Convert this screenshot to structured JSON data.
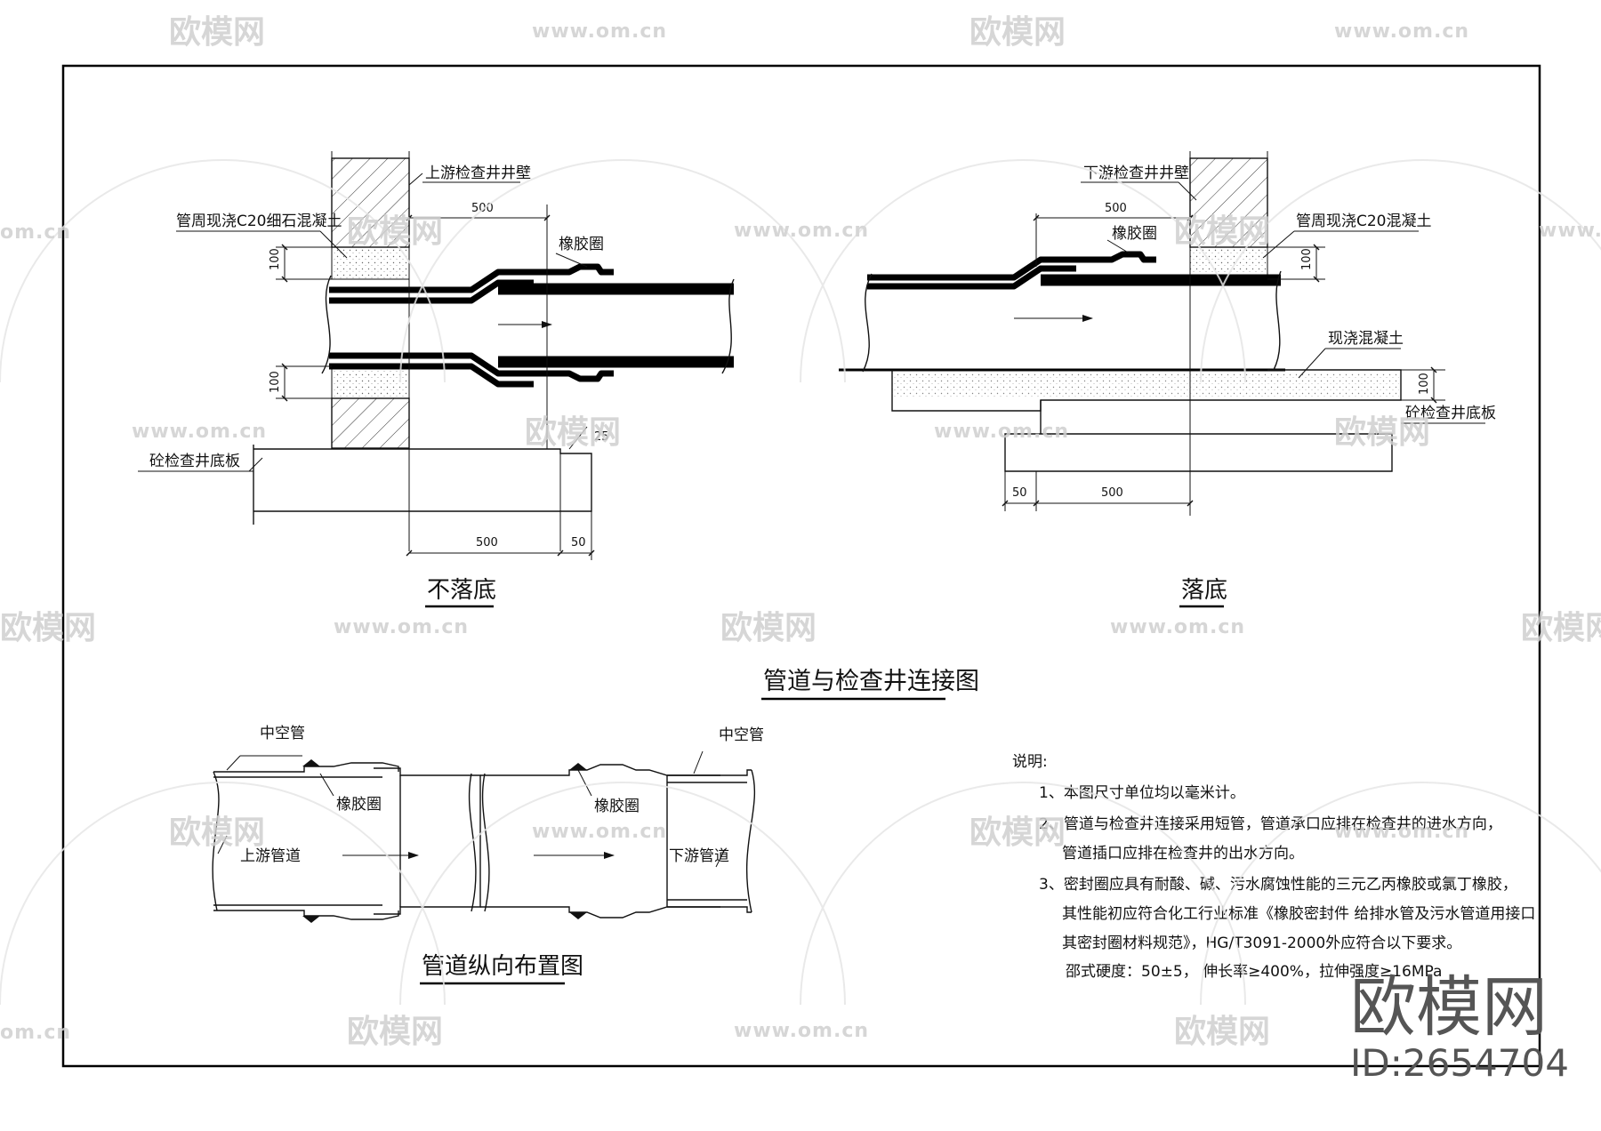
{
  "watermark": {
    "brand": "欧模网",
    "site": "www.om.cn",
    "site_short": "om.cn",
    "stamp_brand": "欧模网",
    "stamp_id": "ID:2654704"
  },
  "left_detail": {
    "caption": "不落底",
    "labels": {
      "wall": "上游检查井井壁",
      "concrete": "管周现浇C20细石混凝土",
      "ring": "橡胶圈",
      "base": "砼检查井底板"
    },
    "dims": {
      "d500_top": "500",
      "d100_a": "100",
      "d100_b": "100",
      "d500_bottom": "500",
      "d50": "50",
      "slope": "25"
    }
  },
  "right_detail": {
    "caption": "落底",
    "labels": {
      "wall": "下游检查井井壁",
      "concrete": "管周现浇C20混凝土",
      "ring": "橡胶圈",
      "cast": "现浇混凝土",
      "base": "砼检查井底板"
    },
    "dims": {
      "d500_top": "500",
      "d100_a": "100",
      "d100_b": "100",
      "d50": "50",
      "d500_bottom": "500"
    }
  },
  "main_title": "管道与检查井连接图",
  "longitudinal": {
    "caption": "管道纵向布置图",
    "labels": {
      "hollow_left": "中空管",
      "hollow_right": "中空管",
      "ring_left": "橡胶圈",
      "ring_right": "橡胶圈",
      "upstream": "上游管道",
      "downstream": "下游管道"
    }
  },
  "notes": {
    "heading": "说明:",
    "lines": [
      "1、本图尺寸单位均以毫米计。",
      "2、管道与检查井连接采用短管，管道承口应排在检查井的进水方向，",
      "管道插口应排在检查井的出水方向。",
      "3、密封圈应具有耐酸、碱、污水腐蚀性能的三元乙丙橡胶或氯丁橡胶，",
      "其性能初应符合化工行业标准《橡胶密封件 给排水管及污水管道用接口",
      "其密封圈材料规范》，HG/T3091-2000外应符合以下要求。",
      "邵式硬度：50±5， 伸长率≥400%，拉伸强度≥16MPa"
    ]
  }
}
